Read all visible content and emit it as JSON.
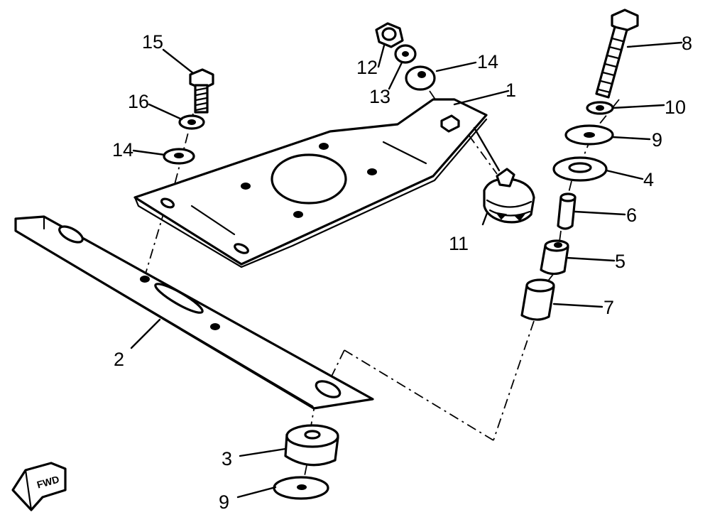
{
  "callouts": {
    "p1": "1",
    "p2": "2",
    "p3": "3",
    "p4": "4",
    "p5": "5",
    "p6": "6",
    "p7": "7",
    "p8": "8",
    "p9a": "9",
    "p9b": "9",
    "p10": "10",
    "p11": "11",
    "p12": "12",
    "p13": "13",
    "p14a": "14",
    "p14b": "14",
    "p15": "15",
    "p16": "16"
  },
  "fwd_badge": "FWD"
}
